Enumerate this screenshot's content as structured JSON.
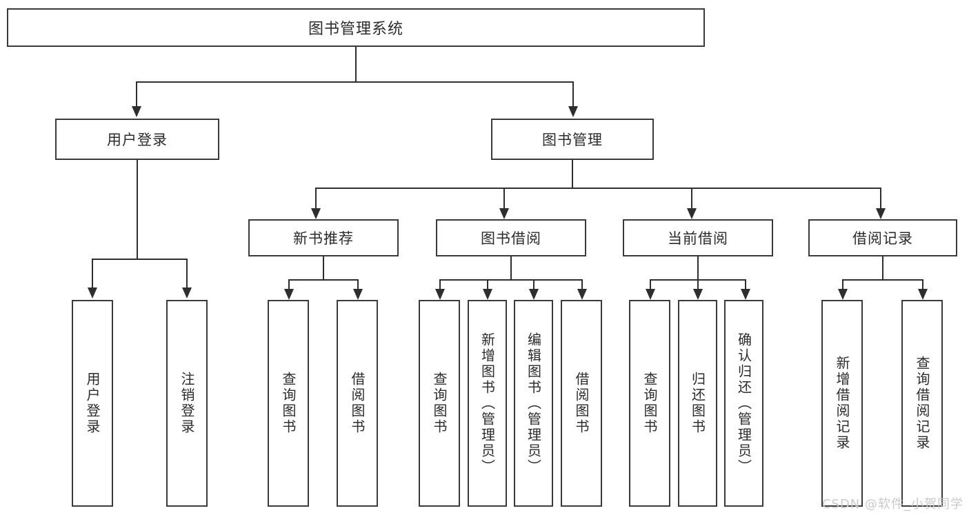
{
  "diagram": {
    "title": "图书管理系统",
    "root": {
      "label": "图书管理系统"
    },
    "level2": [
      {
        "label": "用户登录"
      },
      {
        "label": "图书管理"
      }
    ],
    "level3": [
      {
        "label": "新书推荐"
      },
      {
        "label": "图书借阅"
      },
      {
        "label": "当前借阅"
      },
      {
        "label": "借阅记录"
      }
    ],
    "leaves": {
      "user_login": [
        {
          "label": "用户登录"
        },
        {
          "label": "注销登录"
        }
      ],
      "new_book_recommend": [
        {
          "label": "查询图书"
        },
        {
          "label": "借阅图书"
        }
      ],
      "book_borrow": [
        {
          "label": "查询图书"
        },
        {
          "label": "新增图书（管理员）"
        },
        {
          "label": "编辑图书（管理员）"
        },
        {
          "label": "借阅图书"
        }
      ],
      "current_borrow": [
        {
          "label": "查询图书"
        },
        {
          "label": "归还图书"
        },
        {
          "label": "确认归还（管理员）"
        }
      ],
      "borrow_record": [
        {
          "label": "新增借阅记录"
        },
        {
          "label": "查询借阅记录"
        }
      ]
    }
  },
  "watermark": {
    "text": "CSDN @软件_小贺同学"
  },
  "colors": {
    "border": "#3a3a3a",
    "connector": "#2e2e2e",
    "text": "#2b2b2b",
    "background": "#ffffff",
    "watermark": "#c9c9c9"
  }
}
